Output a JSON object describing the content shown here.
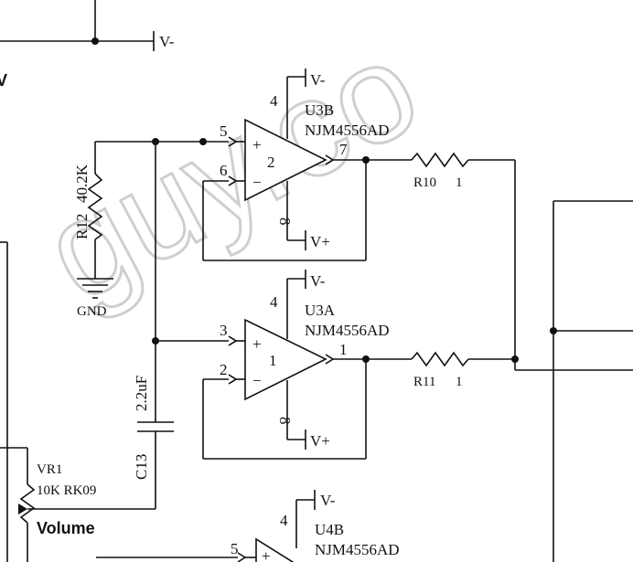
{
  "watermark": "guy.co",
  "rails": {
    "vminus": "V-",
    "vplus": "V+",
    "gnd": "GND",
    "top_left_fragment": "V"
  },
  "resistors": {
    "r12": {
      "ref": "R12",
      "value": "40.2K"
    },
    "r10": {
      "ref": "R10",
      "pin": "1"
    },
    "r11": {
      "ref": "R11",
      "pin": "1"
    }
  },
  "capacitor": {
    "ref": "C13",
    "value": "2.2uF"
  },
  "pot": {
    "ref": "VR1",
    "value": "10K RK09",
    "label": "Volume"
  },
  "u3b": {
    "ref": "U3B",
    "part": "NJM4556AD",
    "inst": "2",
    "pin_noninv": "5",
    "pin_inv": "6",
    "pin_out": "7",
    "pin_vm": "4",
    "pin_vp": "8"
  },
  "u3a": {
    "ref": "U3A",
    "part": "NJM4556AD",
    "inst": "1",
    "pin_noninv": "3",
    "pin_inv": "2",
    "pin_out": "1",
    "pin_vm": "4",
    "pin_vp": "8"
  },
  "u4b": {
    "ref": "U4B",
    "part": "NJM4556AD",
    "pin_noninv": "5",
    "pin_vm": "4"
  },
  "symbols": {
    "plus": "+",
    "minus": "−"
  }
}
